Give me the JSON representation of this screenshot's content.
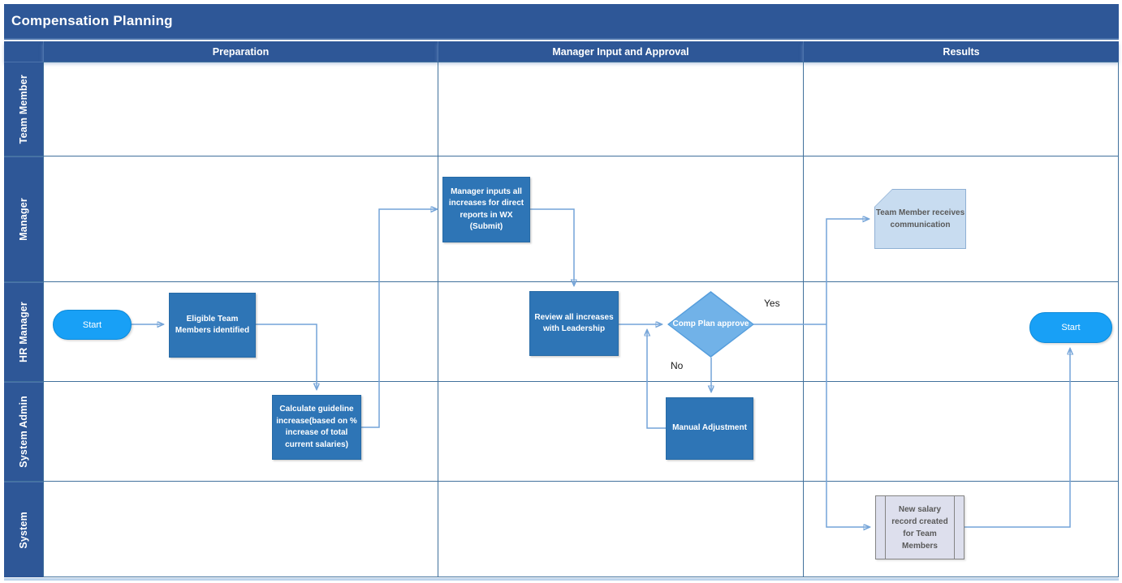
{
  "title": "Compensation Planning",
  "columns": [
    {
      "label": "Preparation"
    },
    {
      "label": "Manager Input and Approval"
    },
    {
      "label": "Results"
    }
  ],
  "lanes": [
    {
      "label": "Team Member"
    },
    {
      "label": "Manager"
    },
    {
      "label": "HR Manager"
    },
    {
      "label": "System Admin"
    },
    {
      "label": "System"
    }
  ],
  "nodes": {
    "start_left": {
      "type": "terminator",
      "label": "Start"
    },
    "eligible": {
      "type": "process",
      "label": "Eligible Team Members identified"
    },
    "calculate": {
      "type": "process",
      "label": "Calculate guideline increase(based on % increase of total current salaries)"
    },
    "manager_inputs": {
      "type": "process",
      "label": "Manager inputs all increases for direct reports in WX (Submit)"
    },
    "review": {
      "type": "process",
      "label": "Review all increases with Leadership"
    },
    "decision": {
      "type": "decision",
      "label": "Comp Plan approve"
    },
    "manual_adjustment": {
      "type": "process",
      "label": "Manual Adjustment"
    },
    "team_member_comm": {
      "type": "card",
      "label": "Team Member receives communication"
    },
    "new_salary_record": {
      "type": "predefined-process",
      "label": "New salary record created for Team Members"
    },
    "start_right": {
      "type": "terminator",
      "label": "Start"
    }
  },
  "edge_labels": {
    "yes": "Yes",
    "no": "No"
  },
  "colors": {
    "band_blue": "#2E5797",
    "process_fill": "#2E75B6",
    "terminator_fill": "#18A0F6",
    "decision_fill": "#71B2E8",
    "card_fill": "#C8DCF0",
    "predefined_fill": "#DDDFED",
    "connector": "#74A4D8",
    "grid_line": "#41719C",
    "arrowhead": "#3579BE"
  }
}
